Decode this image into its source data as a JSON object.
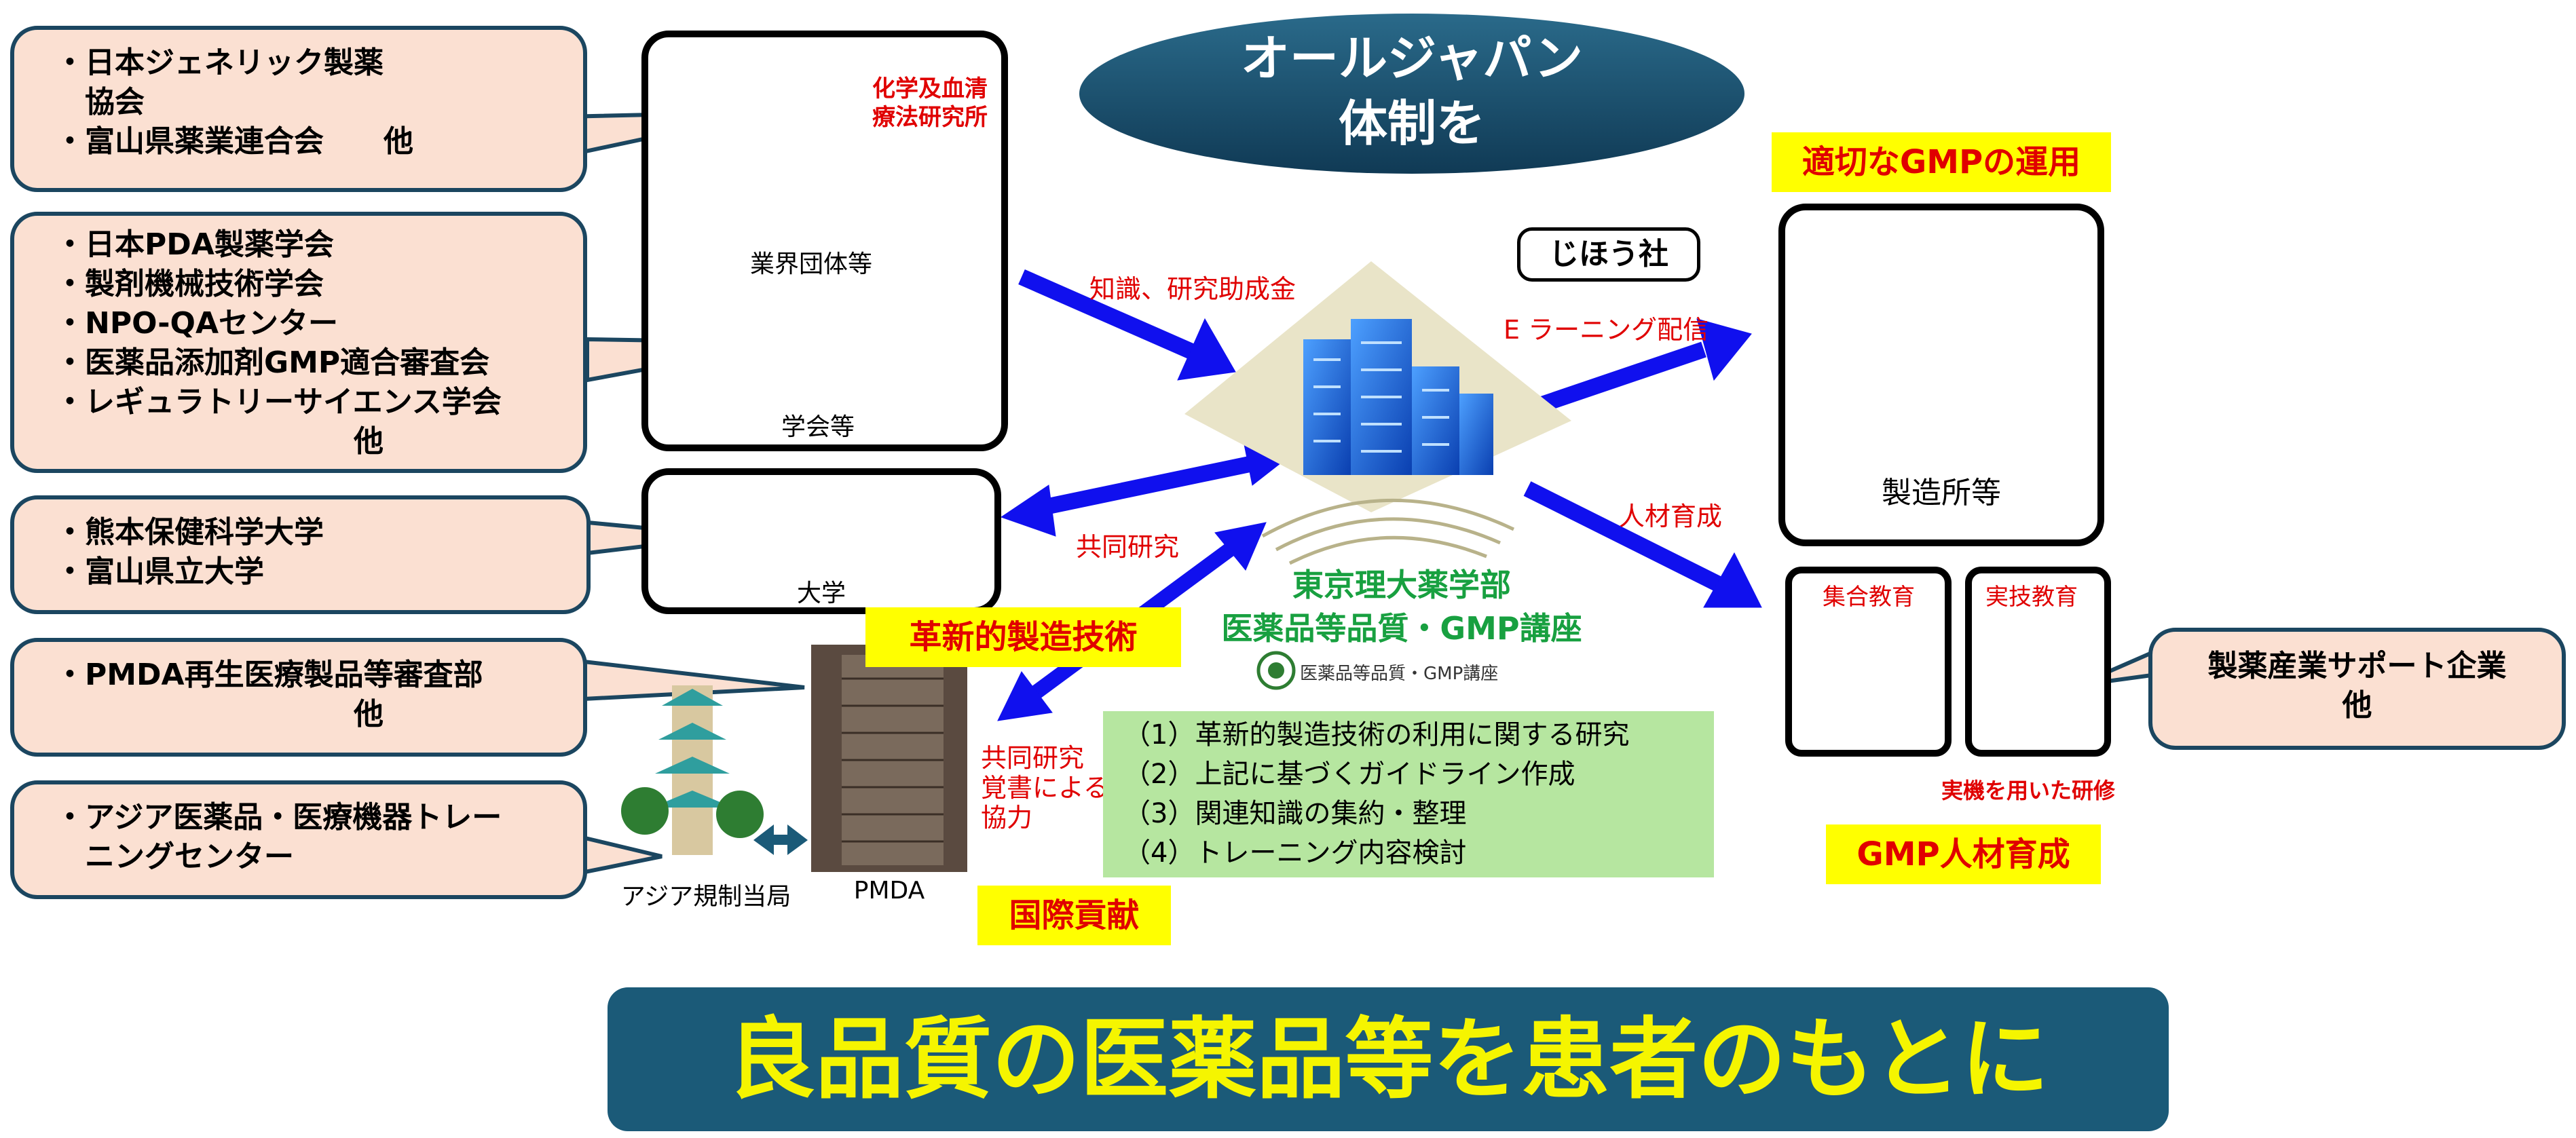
{
  "ellipse": {
    "line1": "オールジャパン",
    "line2": "体制を"
  },
  "callouts": {
    "c1": [
      "・日本ジェネリック製薬",
      "　協会",
      "・富山県薬業連合会　　他"
    ],
    "c2": [
      "・日本PDA製薬学会",
      "・製剤機械技術学会",
      "・NPO-QAセンター",
      "・医薬品添加剤GMP適合審査会",
      "・レギュラトリーサイエンス学会",
      "　　　　　　　　　　他"
    ],
    "c3": [
      "・熊本保健科学大学",
      "・富山県立大学"
    ],
    "c4": [
      "・PMDA再生医療製品等審査部",
      "　　　　　　　　　　他"
    ],
    "c5": [
      "・アジア医薬品・医療機器トレー",
      "　ニングセンター"
    ],
    "c6": [
      "製薬産業サポート企業",
      "他"
    ]
  },
  "left_panel": {
    "institute": "化学及血清\n療法研究所",
    "industry": "業界団体等",
    "society": "学会等"
  },
  "univ_panel": {
    "label": "大学"
  },
  "pmda": {
    "label": "PMDA",
    "asia": "アジア規制当局"
  },
  "arrows": {
    "knowledge": "知識、研究助成金",
    "joint_research": "共同研究",
    "memorandum": "共同研究\n覚書による\n協力",
    "elearning": "E ラーニング配信",
    "hr": "人材育成"
  },
  "center": {
    "title1": "東京理大薬学部",
    "title2": "医薬品等品質・GMP講座",
    "logo_text": "医薬品等品質・GMP講座"
  },
  "jiho": "じほう社",
  "yellow": {
    "gmp_ops": "適切なGMPの運用",
    "innov": "革新的製造技術",
    "intl": "国際貢献",
    "gmp_hr": "GMP人材育成"
  },
  "factory": {
    "label": "製造所等"
  },
  "edu": {
    "group": "集合教育",
    "practical": "実技教育",
    "training": "実機を用いた研修"
  },
  "tasks": [
    "（1）革新的製造技術の利用に関する研究",
    "（2）上記に基づくガイドライン作成",
    "（3）関連知識の集約・整理",
    "（4）トレーニング内容検討"
  ],
  "banner": "良品質の医薬品等を患者のもとに",
  "colors": {
    "callout_fill": "#fbe0d2",
    "callout_border": "#1b4660",
    "arrow": "#1010ee",
    "green_box": "#b6e6a0",
    "banner": "#1b5a78",
    "banner_text": "#f5f500",
    "highlight": "#ffff00",
    "label_red": "#e00000",
    "title_green": "#18a040"
  }
}
